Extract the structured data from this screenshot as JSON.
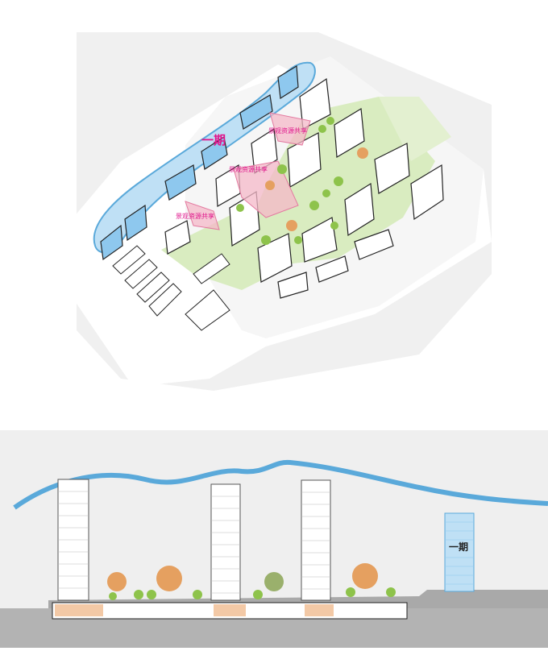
{
  "plan": {
    "phase_label": "一期",
    "sharing_labels": [
      "景观资源共享",
      "景观资源共享",
      "景观资源共享"
    ]
  },
  "section": {
    "phase_label": "一期"
  },
  "colors": {
    "river": "#5aa9da",
    "phase_building": "#8ec8ee",
    "phase_label": "#e0158c",
    "sharing_zone": "#f4b8c8",
    "green": "#d9ecc0",
    "road": "#e6e6e6"
  }
}
